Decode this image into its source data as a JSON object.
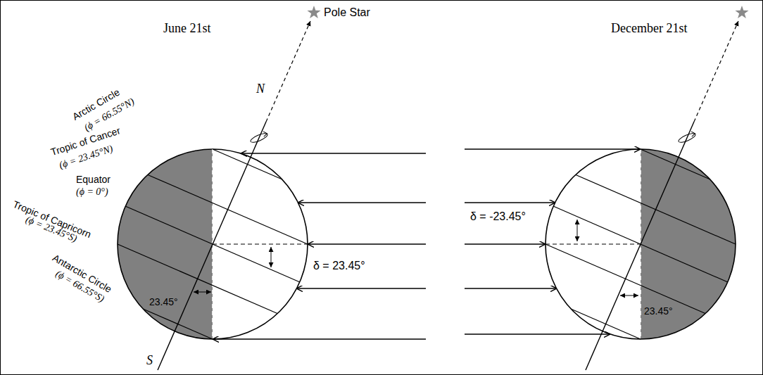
{
  "diagram": {
    "labels": [
      "Pole Star",
      "June 21st",
      "December 21st",
      "N",
      "Arctic Circle",
      "(ϕ = 66.55°N)",
      "Tropic of Cancer",
      "(ϕ = 23.45°N)",
      "Equator",
      "(ϕ = 0°)",
      "Tropic of Capricorn",
      "(ϕ = 23.45°S)",
      "Antarctic Circle",
      "(ϕ = 66.55°S)",
      "δ = 23.45°",
      "23.45°",
      "S",
      "δ = -23.45°",
      "23.45°"
    ]
  }
}
